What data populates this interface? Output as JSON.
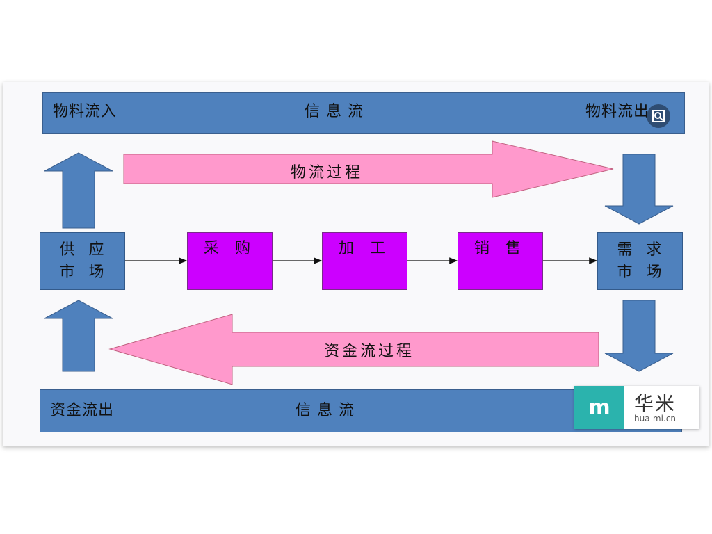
{
  "top_bar": {
    "left": "物料流入",
    "center": "信 息 流",
    "right": "物料流出"
  },
  "bottom_bar": {
    "left": "资金流出",
    "center": "信 息 流"
  },
  "supply_market": "供  应\n市  场",
  "demand_market": "需  求\n市  场",
  "processes": [
    "采 购",
    "加 工",
    "销 售"
  ],
  "material_flow": "物流过程",
  "fund_flow": "资金流过程",
  "watermark": {
    "logo": "m",
    "name": "华米",
    "url": "hua-mi.cn"
  },
  "colors": {
    "bar": "#4f81bd",
    "process": "#cc00ff",
    "flow_arrow": "#ff99cc"
  },
  "icons": [
    "zoom-icon"
  ]
}
